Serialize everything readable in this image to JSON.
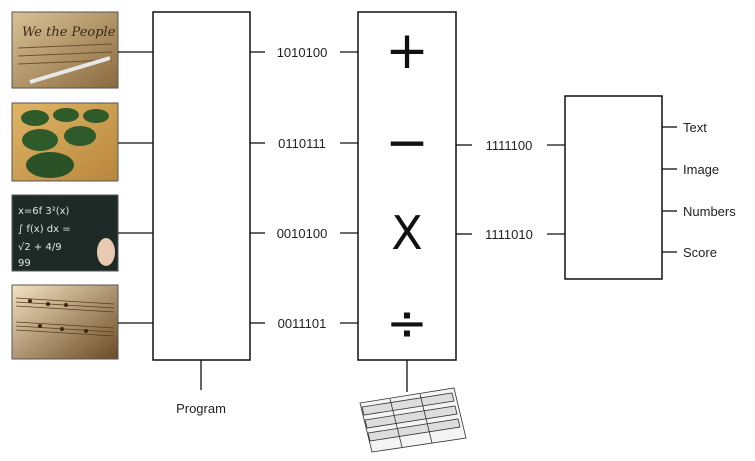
{
  "inputs": [
    {
      "name": "document-photo",
      "icon": "parchment-document-image"
    },
    {
      "name": "field-circles-photo",
      "icon": "crop-circles-aerial-image"
    },
    {
      "name": "chalkboard-photo",
      "icon": "chalkboard-math-image"
    },
    {
      "name": "sheet-music-photo",
      "icon": "sheet-music-image"
    }
  ],
  "program_label": "Program",
  "input_codes": [
    "1010100",
    "0110111",
    "0010100",
    "0011101"
  ],
  "operators": [
    "+",
    "−",
    "X",
    "÷"
  ],
  "output_codes": [
    "1111100",
    "1111010"
  ],
  "output_labels": [
    "Text",
    "Image",
    "Numbers",
    "Score"
  ],
  "processor_icon": "punch-card-computer-icon",
  "colors": {
    "line": "#111111",
    "box_fill": "#ffffff"
  }
}
